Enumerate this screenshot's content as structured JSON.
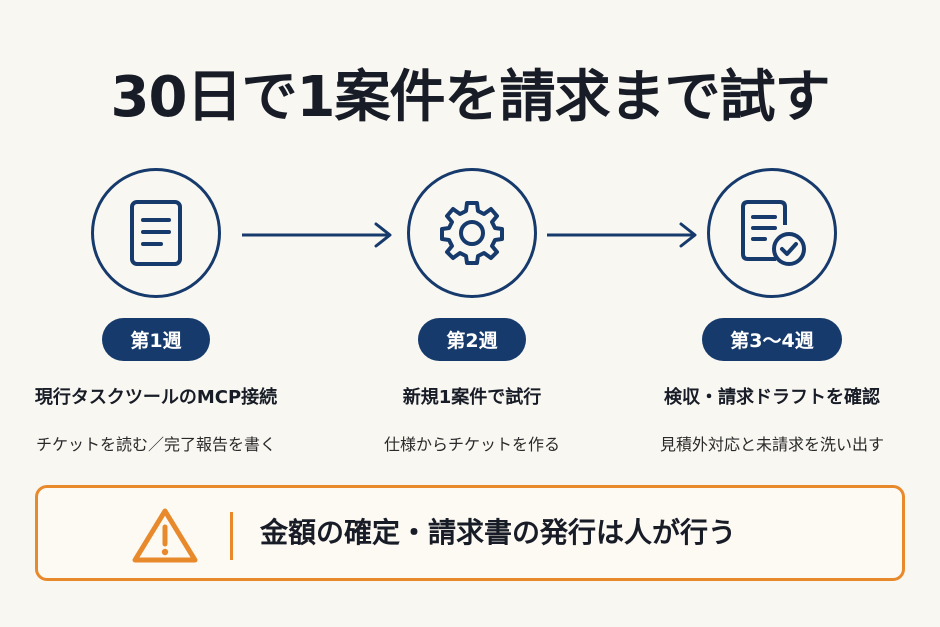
{
  "title": "30日で1案件を請求まで試す",
  "steps": [
    {
      "icon": "document-icon",
      "period": "第1週",
      "title": "現行タスクツールのMCP接続",
      "description": "チケットを読む／完了報告を書く"
    },
    {
      "icon": "gear-icon",
      "period": "第2週",
      "title": "新規1案件で試行",
      "description": "仕様からチケットを作る"
    },
    {
      "icon": "document-check-icon",
      "period": "第3〜4週",
      "title": "検収・請求ドラフトを確認",
      "description": "見積外対応と未請求を洗い出す"
    }
  ],
  "warning": {
    "icon": "warning-icon",
    "text": "金額の確定・請求書の発行は人が行う"
  },
  "colors": {
    "navy": "#163a6b",
    "orange": "#e8892c",
    "background": "#f9f7f2"
  }
}
